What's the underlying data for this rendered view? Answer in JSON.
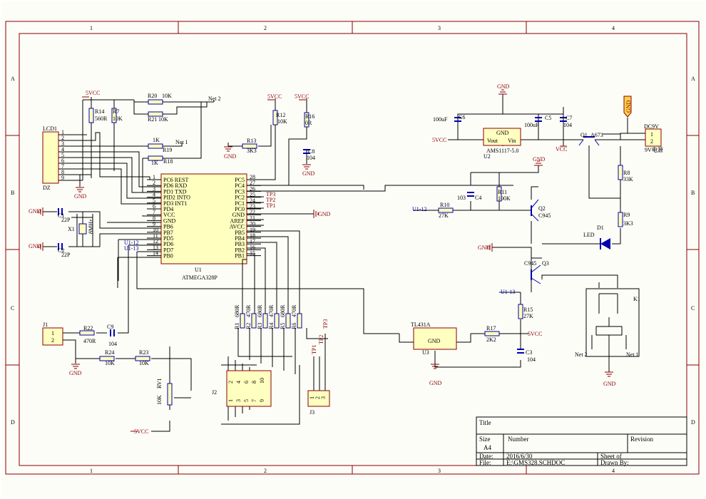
{
  "frame": {
    "col_labels": [
      "1",
      "2",
      "3",
      "4"
    ],
    "row_labels": [
      "A",
      "B",
      "C",
      "D"
    ],
    "title_block": {
      "title_label": "Title",
      "size_label": "Size",
      "size_value": "A4",
      "number_label": "Number",
      "revision_label": "Revision",
      "date_label": "Date:",
      "date_value": "2016/6/30",
      "file_label": "File:",
      "file_value": "E:\\GMS328.SCHDOC",
      "sheet_label": "Sheet    of",
      "drawn_label": "Drawn By:"
    }
  },
  "mcu": {
    "ref": "U1",
    "part": "ATMEGA328P",
    "left_pins": [
      {
        "num": "1",
        "name": "PC6 REST"
      },
      {
        "num": "2",
        "name": "PD6 RXD"
      },
      {
        "num": "3",
        "name": "PD1 TXD"
      },
      {
        "num": "4",
        "name": "PID2 INTO"
      },
      {
        "num": "5",
        "name": "PD3 INT1"
      },
      {
        "num": "6",
        "name": "PD4"
      },
      {
        "num": "7",
        "name": "VCC"
      },
      {
        "num": "8",
        "name": "GND"
      },
      {
        "num": "9",
        "name": "PB6"
      },
      {
        "num": "10",
        "name": "PB7"
      },
      {
        "num": "11",
        "name": "PD5"
      },
      {
        "num": "12",
        "name": "PD6"
      },
      {
        "num": "13",
        "name": "PD7"
      },
      {
        "num": "14",
        "name": "PB0"
      }
    ],
    "right_pins": [
      {
        "num": "28",
        "name": "PC5"
      },
      {
        "num": "27",
        "name": "PC4"
      },
      {
        "num": "26",
        "name": "PC3"
      },
      {
        "num": "25",
        "name": "PC2"
      },
      {
        "num": "24",
        "name": "PC1"
      },
      {
        "num": "23",
        "name": "PC0"
      },
      {
        "num": "22",
        "name": "GND"
      },
      {
        "num": "21",
        "name": "AREF"
      },
      {
        "num": "20",
        "name": "AVCC"
      },
      {
        "num": "19",
        "name": "PB5"
      },
      {
        "num": "18",
        "name": "PB4"
      },
      {
        "num": "17",
        "name": "PB3"
      },
      {
        "num": "16",
        "name": "PB2"
      },
      {
        "num": "15",
        "name": "PB1"
      }
    ],
    "net_labels": [
      "U1-12",
      "U1-13"
    ]
  },
  "lcd": {
    "ref": "LCD1",
    "name": "DZ",
    "pins": [
      "1",
      "2",
      "3",
      "4",
      "5",
      "6",
      "7",
      "8",
      "9"
    ]
  },
  "labels": {
    "vcc5": "5VCC",
    "gnd": "GND",
    "vcc": "VCC",
    "net1": "Net 1",
    "net2": "Net 2",
    "tp1": "TP1",
    "tp2": "TP2",
    "tp3": "TP3",
    "u1_12": "U1-12",
    "u1_13": "U1-13",
    "led": "LED",
    "dc9v": "DC9V",
    "dc9v_text": "9V电源"
  },
  "components": {
    "R14": {
      "ref": "R14",
      "val": "560R"
    },
    "R7": {
      "ref": "R7",
      "val": "10K"
    },
    "R20": {
      "ref": "R20",
      "val": "10K"
    },
    "R21": {
      "ref": "R21",
      "val": "10K"
    },
    "R19": {
      "ref": "R19",
      "val": "1K"
    },
    "R18": {
      "ref": "R18",
      "val": "1K"
    },
    "R12": {
      "ref": "R12",
      "val": "10K"
    },
    "R16": {
      "ref": "R16",
      "val": "0R"
    },
    "R13": {
      "ref": "R13",
      "val": "3K3"
    },
    "C8": {
      "ref": "C8",
      "val": "104"
    },
    "C1": {
      "ref": "C1",
      "val": "22P"
    },
    "C2": {
      "ref": "C2",
      "val": "22P"
    },
    "X1": {
      "ref": "X1",
      "val": "8MHz"
    },
    "R22": {
      "ref": "R22",
      "val": "470R"
    },
    "C9": {
      "ref": "C9",
      "val": "104"
    },
    "R24": {
      "ref": "R24",
      "val": "10K"
    },
    "R23": {
      "ref": "R23",
      "val": "10K"
    },
    "RV1": {
      "ref": "RV1",
      "val": "10K"
    },
    "J1": {
      "ref": "J1",
      "pins": [
        "1",
        "2"
      ]
    },
    "J2": {
      "ref": "J2",
      "pins": [
        "1",
        "2",
        "3",
        "4",
        "5",
        "6",
        "7",
        "8",
        "9",
        "10"
      ]
    },
    "J3": {
      "ref": "J3",
      "pins": [
        "1",
        "2",
        "3"
      ]
    },
    "R1": {
      "ref": "R1",
      "val": "680R"
    },
    "R2": {
      "ref": "R2",
      "val": "470R"
    },
    "R3": {
      "ref": "R3",
      "val": "680R"
    },
    "R4": {
      "ref": "R4",
      "val": "470R"
    },
    "R5": {
      "ref": "R5",
      "val": "680R"
    },
    "R6": {
      "ref": "R6",
      "val": "470R"
    },
    "C6": {
      "ref": "C6",
      "val": "100uF"
    },
    "C5": {
      "ref": "C5",
      "val": "100uF"
    },
    "C7": {
      "ref": "C7",
      "val": "104"
    },
    "U2": {
      "ref": "U2",
      "val": "AMS1117-5.0",
      "gnd": "GND",
      "vout": "Vout",
      "vin": "Vin"
    },
    "Q1": {
      "ref": "Q1",
      "val": "A673"
    },
    "P1": {
      "ref": "DC9V",
      "pins": [
        "1",
        "2"
      ]
    },
    "R8": {
      "ref": "R8",
      "val": "33K"
    },
    "R9": {
      "ref": "R9",
      "val": "3K3"
    },
    "D1": {
      "ref": "D1",
      "val": "LED"
    },
    "C4": {
      "ref": "C4",
      "val": "103"
    },
    "R11": {
      "ref": "R11",
      "val": "100K"
    },
    "R10": {
      "ref": "R10",
      "val": "27K"
    },
    "Q2": {
      "ref": "Q2",
      "val": "C945"
    },
    "Q3": {
      "ref": "Q3",
      "val": "C945"
    },
    "R15": {
      "ref": "R15",
      "val": "27K"
    },
    "C3": {
      "ref": "C3",
      "val": "104"
    },
    "R17": {
      "ref": "R17",
      "val": "2K2"
    },
    "U3": {
      "ref": "U3",
      "val": "TL431A",
      "gnd": "GND"
    },
    "K1": {
      "ref": "K1"
    }
  }
}
